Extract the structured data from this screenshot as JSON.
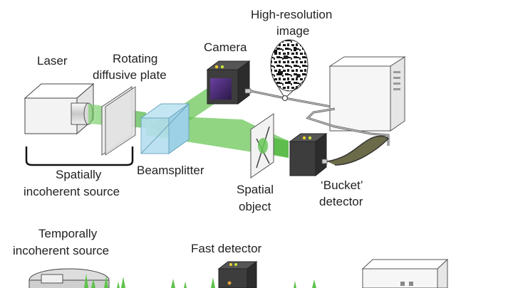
{
  "labels": {
    "laser": "Laser",
    "rotating_plate_line1": "Rotating",
    "rotating_plate_line2": "diffusive plate",
    "camera": "Camera",
    "high_res_line1": "High-resolution",
    "high_res_line2": "image",
    "spatial_source_line1": "Spatially",
    "spatial_source_line2": "incoherent source",
    "beamsplitter": "Beamsplitter",
    "spatial_object_line1": "Spatial",
    "spatial_object_line2": "object",
    "bucket_line1": "‘Bucket’",
    "bucket_line2": "detector",
    "temporal_source_line1": "Temporally",
    "temporal_source_line2": "incoherent source",
    "fast_detector": "Fast detector"
  },
  "colors": {
    "beam": "#5ec24a",
    "box_light": "#f4f4f4",
    "box_dark": "#3a3a3a",
    "splitter": "#a9d7ea",
    "indicator": "#f2d12b"
  }
}
